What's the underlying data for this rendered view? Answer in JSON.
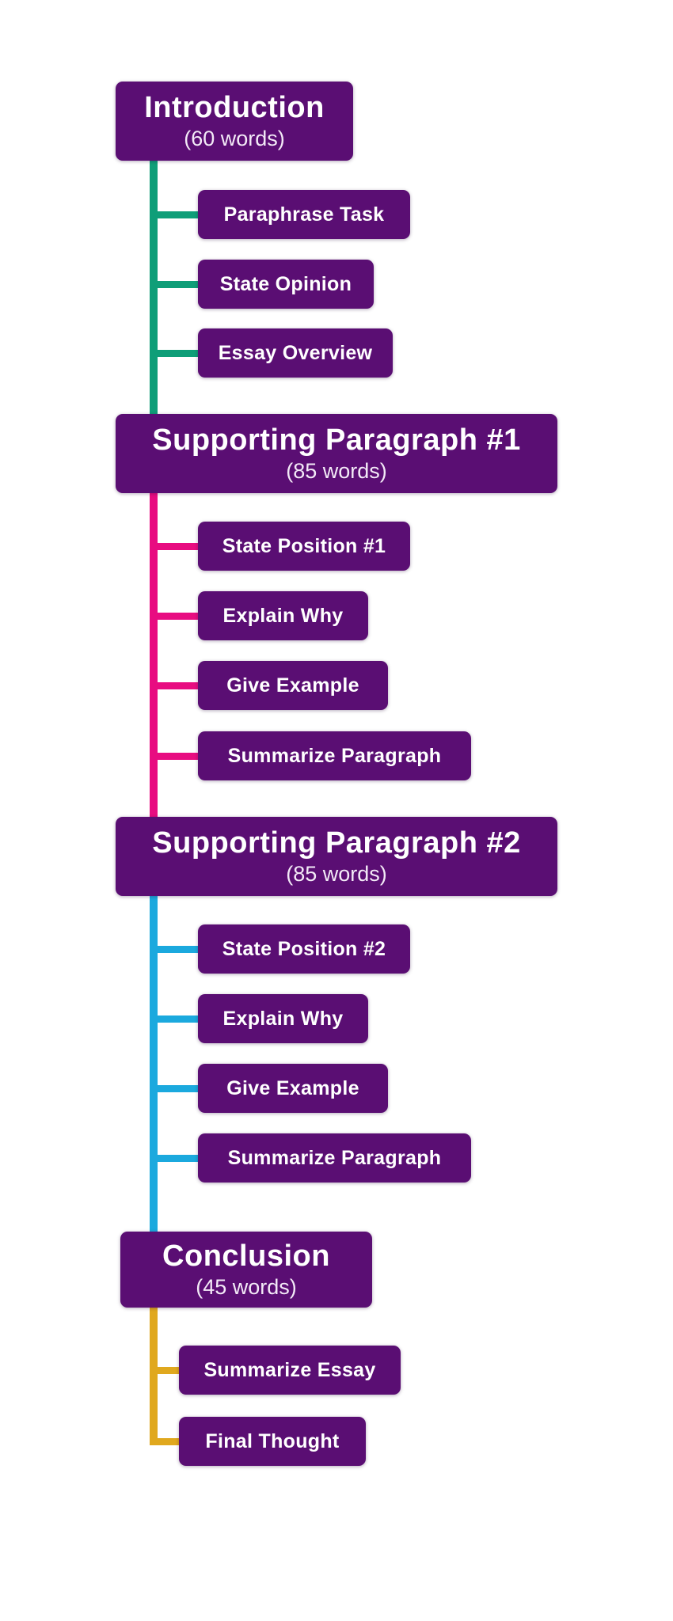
{
  "sections": [
    {
      "id": "introduction",
      "title": "Introduction",
      "subtitle": "(60 words)",
      "accent_color": "#0F9E78",
      "children": [
        "Paraphrase Task",
        "State Opinion",
        "Essay Overview"
      ]
    },
    {
      "id": "supporting-paragraph-1",
      "title": "Supporting Paragraph #1",
      "subtitle": "(85 words)",
      "accent_color": "#E80C81",
      "children": [
        "State Position #1",
        "Explain Why",
        "Give Example",
        "Summarize Paragraph"
      ]
    },
    {
      "id": "supporting-paragraph-2",
      "title": "Supporting Paragraph #2",
      "subtitle": "(85 words)",
      "accent_color": "#1BA9DE",
      "children": [
        "State Position #2",
        "Explain Why",
        "Give Example",
        "Summarize Paragraph"
      ]
    },
    {
      "id": "conclusion",
      "title": "Conclusion",
      "subtitle": "(45 words)",
      "accent_color": "#E0A81E",
      "children": [
        "Summarize Essay",
        "Final Thought"
      ]
    }
  ],
  "colors": {
    "node_background": "#5A0E73",
    "node_text": "#FFFFFF",
    "page_background": "#FFFFFF",
    "connector_introduction": "#0F9E78",
    "connector_supporting_1": "#E80C81",
    "connector_supporting_2": "#1BA9DE",
    "connector_conclusion": "#E0A81E"
  }
}
